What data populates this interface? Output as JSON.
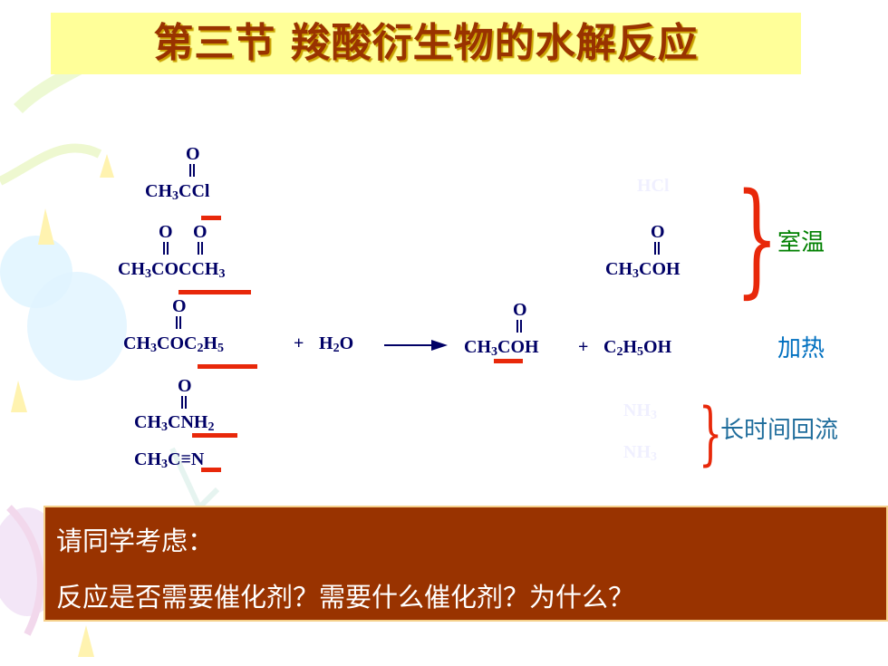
{
  "title": "第三节  羧酸衍生物的水解反应",
  "reactants": {
    "acyl_chloride": {
      "o": "O",
      "formula": "CH3CCl"
    },
    "anhydride": {
      "o1": "O",
      "o2": "O",
      "formula": "CH3COCCH3"
    },
    "ester": {
      "o": "O",
      "formula": "CH3COC2H5"
    },
    "amide": {
      "o": "O",
      "formula": "CH3CNH2"
    },
    "nitrile": {
      "formula": "CH3C≡N"
    }
  },
  "reaction": {
    "plus1": "+",
    "water": "H2O",
    "product_o": "O",
    "acid": "CH3COH",
    "plus2": "+",
    "ethanol": "C2H5OH"
  },
  "side_products": {
    "hcl": "HCl",
    "acid_o": "O",
    "acid": "CH3COH",
    "nh3_1": "NH3",
    "nh3_2": "NH3"
  },
  "conditions": {
    "room_temp": "室温",
    "heating": "加热",
    "long_reflux": "长时间回流"
  },
  "question": {
    "line1": "请同学考虑：",
    "line2": "反应是否需要催化剂？需要什么催化剂？为什么？"
  },
  "colors": {
    "title": "#993300",
    "title_bg": "#ffff99",
    "formula": "#000066",
    "highlight": "#e8280a",
    "room_temp": "#008000",
    "heating": "#0070c0",
    "reflux": "#1f6d9c",
    "question_bg": "#993300"
  }
}
